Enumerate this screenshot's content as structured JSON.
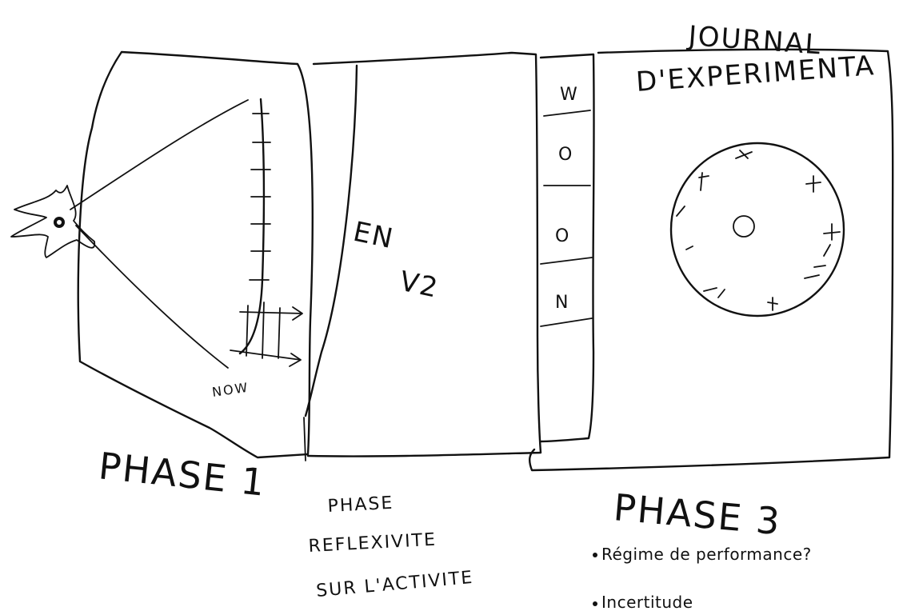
{
  "phase1": {
    "title": "PHASE 1",
    "now_label": "NOW"
  },
  "phase2": {
    "title_line1": "PHASE",
    "title_line2": "REFLEXIVITE",
    "title_line3": "SUR L'ACTIVITE",
    "panel_text_line1": "EN",
    "panel_text_line2": "V2"
  },
  "strip": {
    "letters": [
      "W",
      "O",
      "O",
      "N"
    ]
  },
  "phase3": {
    "header_line1": "JOURNAL",
    "header_line2": "D'EXPERIMENTA",
    "title": "PHASE 3",
    "bullets": [
      "Régime de performance?",
      "Incertitude"
    ]
  },
  "colors": {
    "ink": "#111111",
    "paper": "#ffffff"
  }
}
